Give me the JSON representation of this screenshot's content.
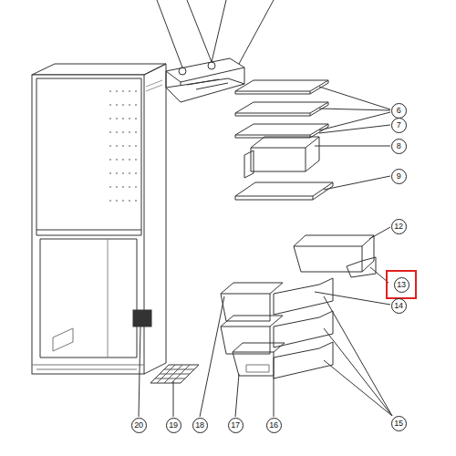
{
  "diagram": {
    "labels": [
      "6",
      "7",
      "8",
      "9",
      "12",
      "13",
      "14",
      "15",
      "16",
      "17",
      "18",
      "19",
      "20"
    ]
  }
}
